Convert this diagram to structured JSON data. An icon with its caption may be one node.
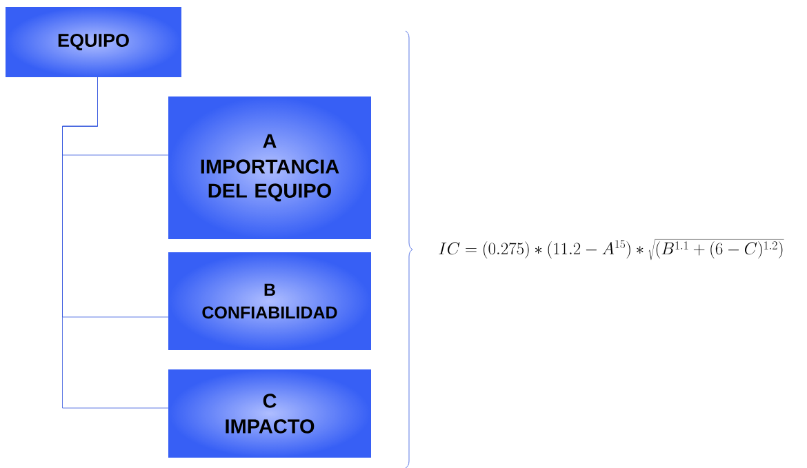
{
  "diagram": {
    "nodes": [
      {
        "text": [
          "EQUIPO"
        ]
      },
      {
        "text": [
          "A",
          "IMPORTANCIA DEL EQUIPO"
        ]
      },
      {
        "text": [
          "B",
          "CONFIABILIDAD"
        ]
      },
      {
        "text": [
          "C",
          "IMPACTO"
        ]
      }
    ],
    "edges": [
      {
        "from": 0,
        "to": 1,
        "arrow": "none"
      },
      {
        "from": 0,
        "to": 2,
        "arrow": "none"
      },
      {
        "from": 0,
        "to": 3,
        "arrow": "none"
      }
    ],
    "labels": [
      "IC=(0.275)*(11.2-A^{15})*\\sqrt{(B^{1.1}+(6-C)^{1.2})}"
    ]
  }
}
